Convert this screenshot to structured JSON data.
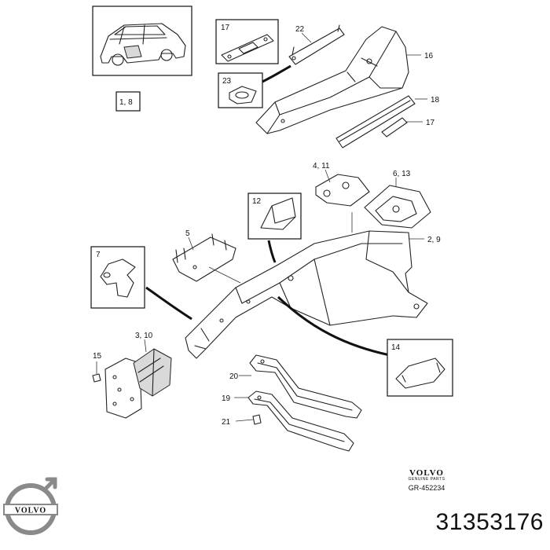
{
  "callouts": {
    "c18_top": "1, 8",
    "c17a": "17",
    "c22": "22",
    "c16": "16",
    "c23": "23",
    "c18": "18",
    "c17b": "17",
    "c411": "4, 11",
    "c613": "6, 13",
    "c12": "12",
    "c5": "5",
    "c29": "2, 9",
    "c7": "7",
    "c310": "3, 10",
    "c15": "15",
    "c14": "14",
    "c20": "20",
    "c19": "19",
    "c21": "21"
  },
  "stamp": {
    "brand": "VOLVO",
    "sub": "GENUINE PARTS",
    "ref": "GR-452234"
  },
  "logo_text": "VOLVO",
  "part_number": "31353176",
  "colors": {
    "ink": "#111111",
    "paper": "#ffffff",
    "shade": "#d9d9d9"
  }
}
